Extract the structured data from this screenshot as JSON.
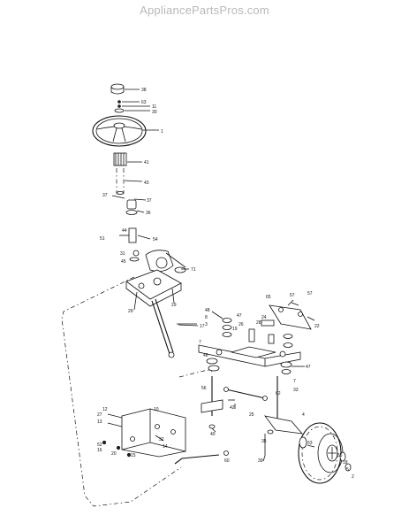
{
  "watermark": "AppliancePartsPros.com",
  "labels": {
    "l38": "38",
    "l63": "63",
    "l11": "11",
    "l30": "30",
    "l1": "1",
    "l41": "41",
    "l43": "43",
    "l37a": "37",
    "l37b": "37",
    "l36": "36",
    "l44": "44",
    "l51": "51",
    "l54": "54",
    "l31": "31",
    "l45": "45",
    "l71": "71",
    "l29a": "29",
    "l29b": "29",
    "l17": "17",
    "l48": "48",
    "l8": "8",
    "l3": "3",
    "l47a": "47",
    "l47b": "47",
    "l19": "19",
    "l26": "26",
    "l65": "65",
    "l57a": "57",
    "l57b": "57",
    "l28": "28",
    "l24": "24",
    "l22": "22",
    "l7a": "7",
    "l7b": "7",
    "l46": "46",
    "l4": "4",
    "l56": "56",
    "l42": "42",
    "l40": "40",
    "l62": "62",
    "l25": "25",
    "l33": "33",
    "l12": "12",
    "l27": "27",
    "l13": "13",
    "l10": "10",
    "l32": "32",
    "l14": "14",
    "l52": "52",
    "l20": "20",
    "l16": "16",
    "l15": "15",
    "l60": "60",
    "l53": "53",
    "l39": "39",
    "l35": "35",
    "l55": "55",
    "l18": "18",
    "l5": "5",
    "l2": "2"
  }
}
